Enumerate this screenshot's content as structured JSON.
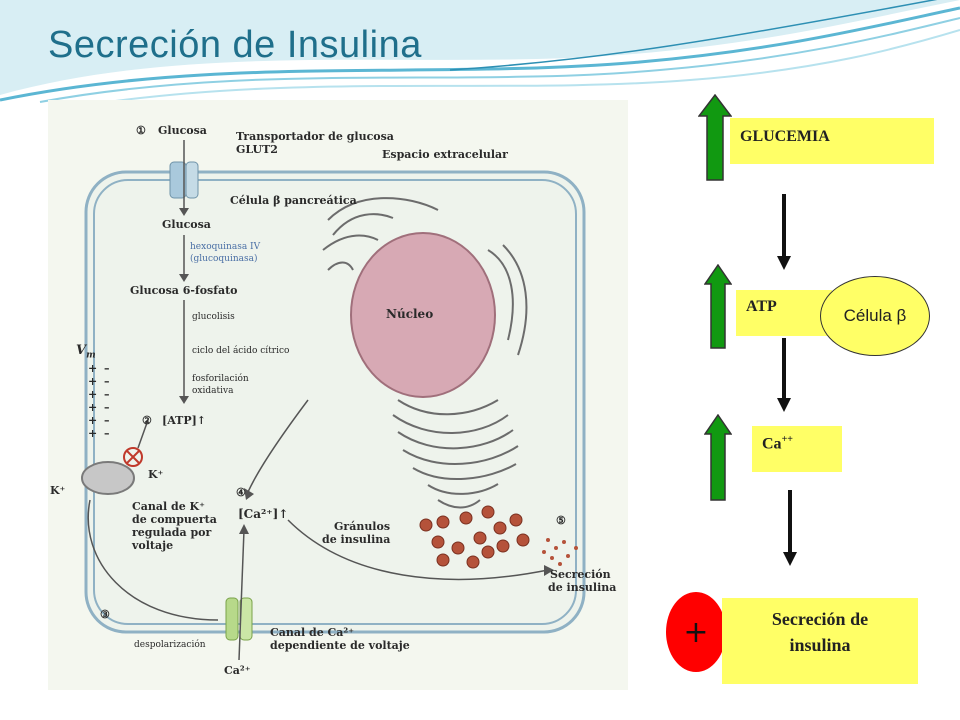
{
  "title": "Secreción de Insulina",
  "figure": {
    "step1": "①",
    "glucosa_top": "Glucosa",
    "transportador": "Transportador de glucosa",
    "glut2": "GLUT2",
    "espacio": "Espacio extracelular",
    "celula_beta": "Célula β pancreática",
    "glucosa_in": "Glucosa",
    "hexoquinasa": "hexoquinasa IV",
    "glucoquinasa": "(glucoquinasa)",
    "glucosa6": "Glucosa 6-fosfato",
    "glucolisis": "glucolisis",
    "ciclo": "ciclo del ácido cítrico",
    "fosforilacion": "fosforilación",
    "oxidativa": "oxidativa",
    "step2": "②",
    "atp": "[ATP]↑",
    "vm": "V",
    "vm_sub": "m",
    "kplus": "K⁺",
    "kplus_out": "K⁺",
    "canal_k1": "Canal de K⁺",
    "canal_k2": "de compuerta",
    "canal_k3": "regulada por",
    "canal_k4": "voltaje",
    "nucleo": "Núcleo",
    "step4": "④",
    "ca_conc": "[Ca²⁺]↑",
    "granulos1": "Gránulos",
    "granulos2": "de insulina",
    "step5": "⑤",
    "secrecion1": "Secreción",
    "secrecion2": "de insulina",
    "step3": "③",
    "despolarizacion": "despolarización",
    "canal_ca1": "Canal de Ca²⁺",
    "canal_ca2": "dependiente de voltaje",
    "ca_out": "Ca²⁺",
    "plus_signs": [
      "+",
      "+",
      "+",
      "+",
      "+",
      "+"
    ],
    "minus_signs": [
      "–",
      "–",
      "–",
      "–",
      "–",
      "–"
    ]
  },
  "flow": {
    "glucemia": "GLUCEMIA",
    "atp": "ATP",
    "celula": "Célula β",
    "calcio": "Ca",
    "calcio_sup": "++",
    "secrecion_line1": "Secreción de",
    "secrecion_line2": "insulina",
    "plus": "+"
  },
  "colors": {
    "title": "#1f6f8b",
    "yellow_box": "#ffff66",
    "green_arrow": "#119911",
    "red_circle": "#ff0000"
  }
}
